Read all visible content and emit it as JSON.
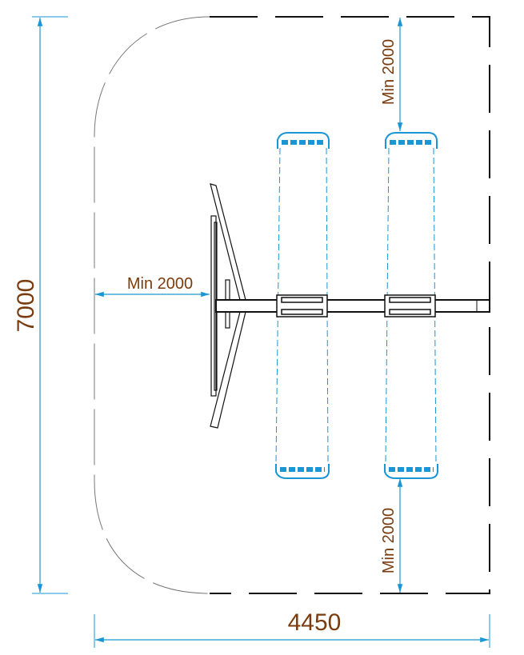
{
  "dimensions": {
    "overall_height": "7000",
    "overall_width": "4450",
    "clearance_left": "Min 2000",
    "clearance_top": "Min 2000",
    "clearance_bottom": "Min 2000"
  },
  "colors": {
    "dimension_line": "#1a96d4",
    "dimension_text": "#7a3c0e",
    "structure": "#111111",
    "swing": "#1a96d4"
  }
}
